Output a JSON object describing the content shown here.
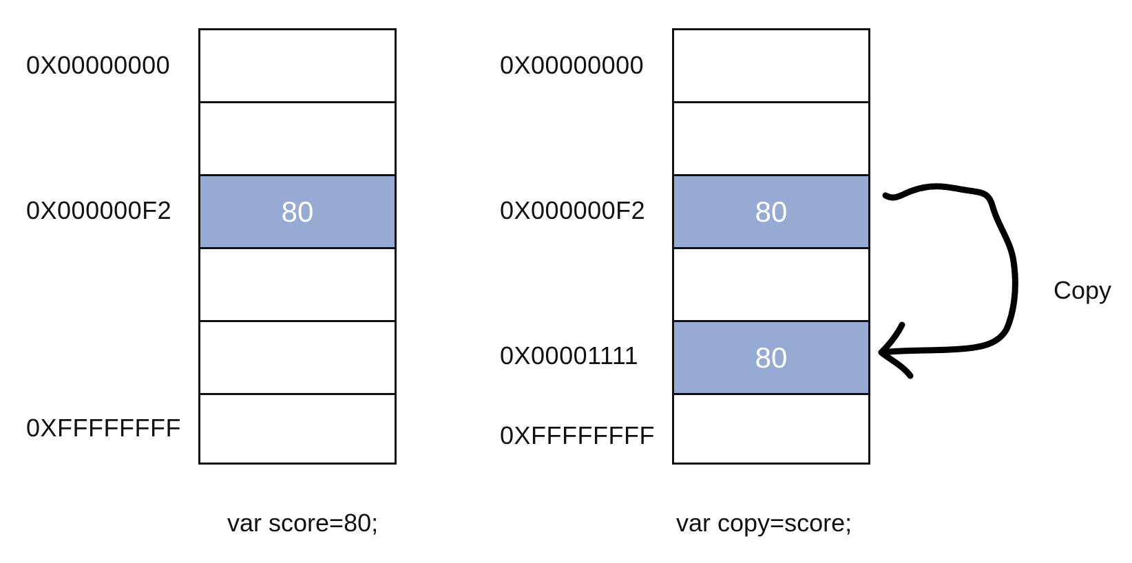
{
  "left": {
    "addresses": {
      "top": "0X00000000",
      "middle": "0X000000F2",
      "bottom": "0XFFFFFFFF"
    },
    "cells": [
      "",
      "",
      "80",
      "",
      "",
      ""
    ],
    "caption": "var score=80;"
  },
  "right": {
    "addresses": {
      "top": "0X00000000",
      "middle": "0X000000F2",
      "copy": "0X00001111",
      "bottom": "0XFFFFFFFF"
    },
    "cells": [
      "",
      "",
      "80",
      "",
      "80",
      ""
    ],
    "caption": "var copy=score;"
  },
  "arrow_label": "Copy",
  "colors": {
    "filled_cell": "#96aad3",
    "border": "#111111",
    "cell_text": "#ffffff"
  }
}
